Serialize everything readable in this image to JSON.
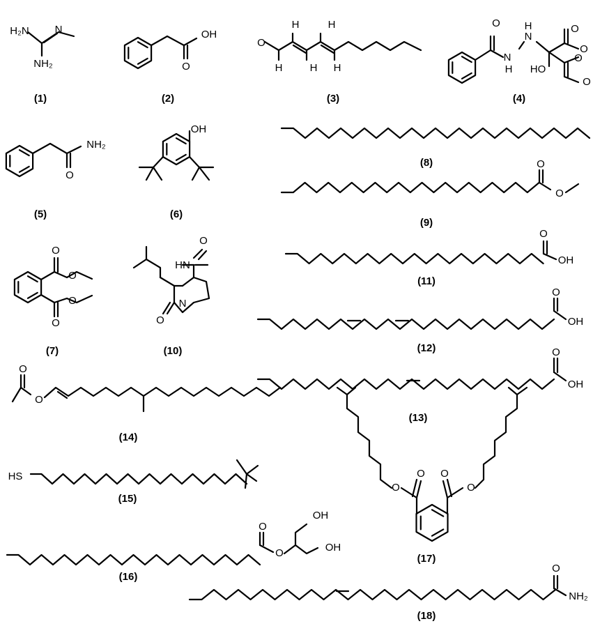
{
  "compounds": [
    {
      "id": "c1",
      "label": "(1)",
      "atoms": [
        {
          "t": "H₂N"
        },
        {
          "t": "N"
        },
        {
          "t": "NH₂"
        }
      ]
    },
    {
      "id": "c2",
      "label": "(2)",
      "atoms": [
        {
          "t": "OH"
        },
        {
          "t": "O"
        }
      ]
    },
    {
      "id": "c3",
      "label": "(3)",
      "atoms": [
        {
          "t": "O"
        },
        {
          "t": "H"
        },
        {
          "t": "H"
        },
        {
          "t": "H"
        },
        {
          "t": "H"
        },
        {
          "t": "H"
        }
      ]
    },
    {
      "id": "c4",
      "label": "(4)",
      "atoms": [
        {
          "t": "O"
        },
        {
          "t": "N"
        },
        {
          "t": "H"
        },
        {
          "t": "N"
        },
        {
          "t": "H"
        },
        {
          "t": "O"
        },
        {
          "t": "O"
        },
        {
          "t": "HO"
        },
        {
          "t": "O"
        },
        {
          "t": "O"
        }
      ]
    },
    {
      "id": "c5",
      "label": "(5)",
      "atoms": [
        {
          "t": "NH₂"
        },
        {
          "t": "O"
        }
      ]
    },
    {
      "id": "c6",
      "label": "(6)",
      "atoms": [
        {
          "t": "OH"
        }
      ]
    },
    {
      "id": "c7",
      "label": "(7)",
      "atoms": [
        {
          "t": "O"
        },
        {
          "t": "O"
        },
        {
          "t": "O"
        },
        {
          "t": "O"
        }
      ]
    },
    {
      "id": "c8",
      "label": "(8)",
      "atoms": []
    },
    {
      "id": "c9",
      "label": "(9)",
      "atoms": [
        {
          "t": "O"
        },
        {
          "t": "O"
        }
      ]
    },
    {
      "id": "c10",
      "label": "(10)",
      "atoms": [
        {
          "t": "HN"
        },
        {
          "t": "O"
        },
        {
          "t": "N"
        },
        {
          "t": "O"
        }
      ]
    },
    {
      "id": "c11",
      "label": "(11)",
      "atoms": [
        {
          "t": "O"
        },
        {
          "t": "OH"
        }
      ]
    },
    {
      "id": "c12",
      "label": "(12)",
      "atoms": [
        {
          "t": "O"
        },
        {
          "t": "OH"
        }
      ]
    },
    {
      "id": "c13",
      "label": "(13)",
      "atoms": [
        {
          "t": "O"
        },
        {
          "t": "OH"
        }
      ]
    },
    {
      "id": "c14",
      "label": "(14)",
      "atoms": [
        {
          "t": "O"
        },
        {
          "t": "O"
        }
      ]
    },
    {
      "id": "c15",
      "label": "(15)",
      "atoms": [
        {
          "t": "HS"
        }
      ]
    },
    {
      "id": "c16",
      "label": "(16)",
      "atoms": [
        {
          "t": "O"
        },
        {
          "t": "O"
        },
        {
          "t": "OH"
        },
        {
          "t": "OH"
        }
      ]
    },
    {
      "id": "c17",
      "label": "(17)",
      "atoms": [
        {
          "t": "O"
        },
        {
          "t": "O"
        },
        {
          "t": "O"
        },
        {
          "t": "O"
        }
      ]
    },
    {
      "id": "c18",
      "label": "(18)",
      "atoms": [
        {
          "t": "O"
        },
        {
          "t": "NH₂"
        }
      ]
    }
  ]
}
